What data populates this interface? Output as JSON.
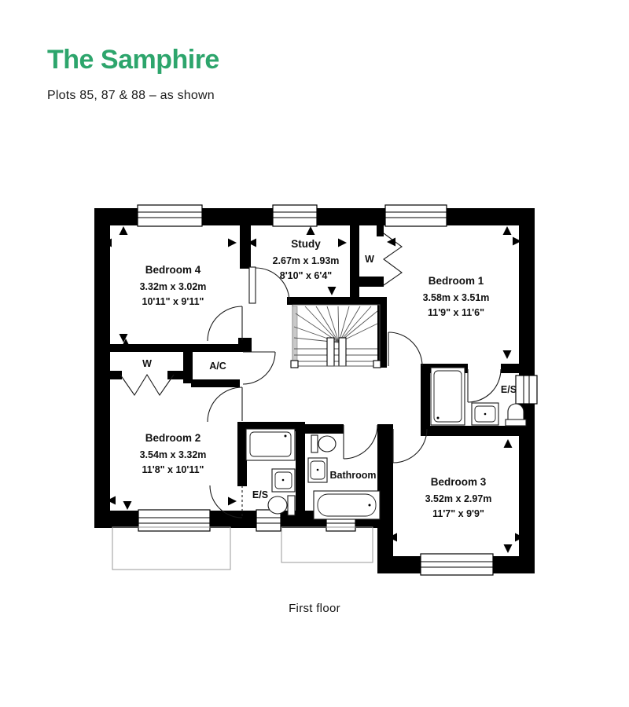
{
  "header": {
    "title": "The Samphire",
    "subtitle": "Plots 85, 87 & 88 – as shown",
    "accent_color": "#2da56c"
  },
  "plan": {
    "caption": "First floor",
    "rooms": [
      {
        "name": "Bedroom 4",
        "metric": "3.32m x 3.02m",
        "imperial": "10'11\" x 9'11\""
      },
      {
        "name": "Study",
        "metric": "2.67m x 1.93m",
        "imperial": "8'10\" x 6'4\""
      },
      {
        "name": "Bedroom 1",
        "metric": "3.58m x 3.51m",
        "imperial": "11'9\" x 11'6\""
      },
      {
        "name": "Bedroom 2",
        "metric": "3.54m x 3.32m",
        "imperial": "11'8\" x 10'11\""
      },
      {
        "name": "Bedroom 3",
        "metric": "3.52m x 2.97m",
        "imperial": "11'7\" x 9'9\""
      }
    ],
    "labels": [
      {
        "text": "W"
      },
      {
        "text": "A/C"
      },
      {
        "text": "W"
      },
      {
        "text": "E/S"
      },
      {
        "text": "E/S"
      },
      {
        "text": "Bathroom"
      }
    ]
  }
}
